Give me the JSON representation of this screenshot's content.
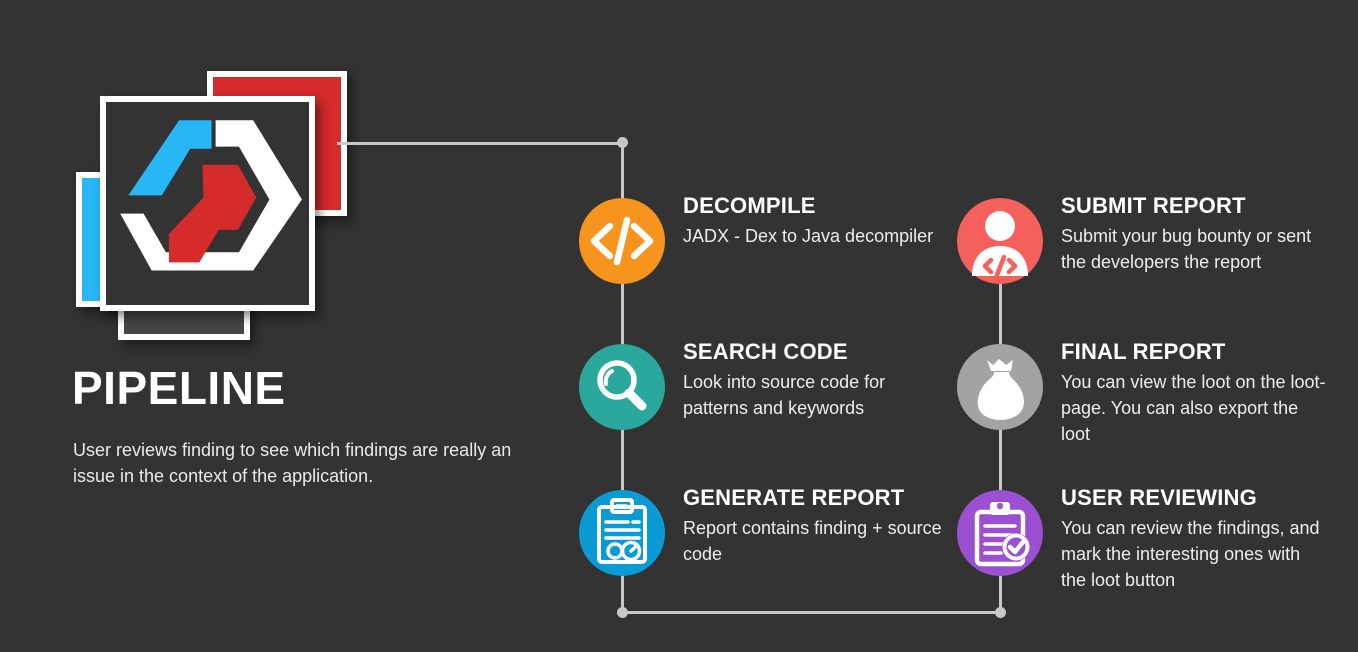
{
  "background_color": "#333333",
  "header": {
    "title": "PIPELINE",
    "description": "User reviews finding to see which findings are really an issue in the context of the application."
  },
  "logo": {
    "name": "stacked-cards-hexagon-logo",
    "cards": [
      {
        "name": "card-blue",
        "color": "#29b6f6"
      },
      {
        "name": "card-red",
        "color": "#d52b2b"
      },
      {
        "name": "card-gray",
        "color": "#454545"
      },
      {
        "name": "card-main",
        "color": "#333333"
      }
    ],
    "mark_colors": {
      "accent_blue": "#29b6f6",
      "accent_red": "#d52b2b",
      "outline": "#ffffff"
    }
  },
  "connector": {
    "color": "#c8c8c8",
    "dot_color": "#c8c8c8"
  },
  "steps": [
    {
      "id": "decompile",
      "title": "DECOMPILE",
      "description": "JADX - Dex to Java decompiler",
      "icon": "code-brackets-icon",
      "color": "#f7941d",
      "column": "left"
    },
    {
      "id": "search-code",
      "title": "SEARCH CODE",
      "description": "Look into source code for patterns and keywords",
      "icon": "magnifying-glass-icon",
      "color": "#2aa89c",
      "column": "left"
    },
    {
      "id": "generate-report",
      "title": "GENERATE REPORT",
      "description": "Report contains finding + source code",
      "icon": "clipboard-chart-icon",
      "color": "#0a9ad4",
      "column": "left"
    },
    {
      "id": "submit-report",
      "title": "SUBMIT REPORT",
      "description": "Submit your bug bounty or sent the developers the report",
      "icon": "developer-person-icon",
      "color": "#f5605d",
      "column": "right"
    },
    {
      "id": "final-report",
      "title": "FINAL REPORT",
      "description": "You can view the loot on the loot-page. You can also export the loot",
      "icon": "loot-bag-icon",
      "color": "#a3a3a3",
      "column": "right"
    },
    {
      "id": "user-reviewing",
      "title": "USER REVIEWING",
      "description": "You can review the findings, and mark the interesting ones with the loot button",
      "icon": "clipboard-check-icon",
      "color": "#9b4fd1",
      "column": "right"
    }
  ]
}
